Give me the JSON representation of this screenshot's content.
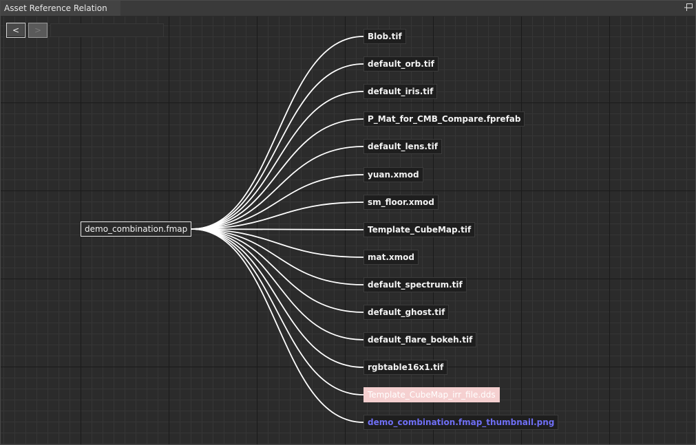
{
  "window": {
    "title": "Asset Reference Relation"
  },
  "toolbar": {
    "back_label": "<",
    "forward_label": ">",
    "path_value": ""
  },
  "root": {
    "label": "demo_combination.fmap"
  },
  "references": [
    {
      "label": "Blob.tif",
      "status": "normal"
    },
    {
      "label": "default_orb.tif",
      "status": "normal"
    },
    {
      "label": "default_iris.tif",
      "status": "normal"
    },
    {
      "label": "P_Mat_for_CMB_Compare.fprefab",
      "status": "normal"
    },
    {
      "label": "default_lens.tif",
      "status": "normal"
    },
    {
      "label": "yuan.xmod",
      "status": "normal"
    },
    {
      "label": "sm_floor.xmod",
      "status": "normal"
    },
    {
      "label": "Template_CubeMap.tif",
      "status": "normal"
    },
    {
      "label": "mat.xmod",
      "status": "normal"
    },
    {
      "label": "default_spectrum.tif",
      "status": "normal"
    },
    {
      "label": "default_ghost.tif",
      "status": "normal"
    },
    {
      "label": "default_flare_bokeh.tif",
      "status": "normal"
    },
    {
      "label": "rgbtable16x1.tif",
      "status": "normal"
    },
    {
      "label": "Template_CubeMap_irr_file.dds",
      "status": "missing"
    },
    {
      "label": "demo_combination.fmap_thumbnail.png",
      "status": "generated"
    }
  ],
  "colors": {
    "edge": "#ffffff",
    "missing_bg": "#f5d0d0",
    "generated_text": "#6f6ff5"
  },
  "icons": {
    "dock": "restore-window-icon"
  }
}
